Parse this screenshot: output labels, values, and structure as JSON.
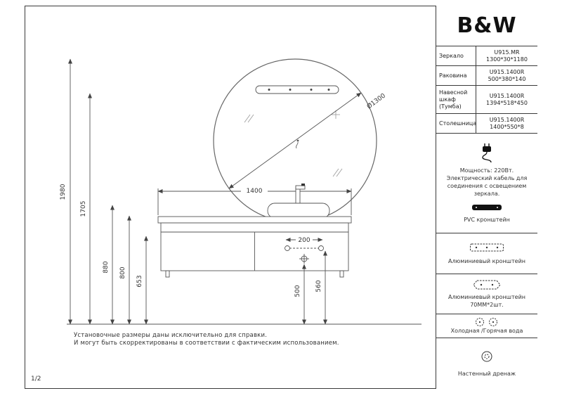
{
  "page": {
    "number": "1/2"
  },
  "brand": {
    "logo_text": "B&W"
  },
  "spec_table": {
    "rows": [
      {
        "label": "Зеркало",
        "code": "U915.MR",
        "size": "1300*30*1180"
      },
      {
        "label": "Раковина",
        "code": "U915.1400R",
        "size": "500*380*140"
      },
      {
        "label": "Навесной шкаф (Тумба)",
        "code": "U915.1400R",
        "size": "1394*518*450"
      },
      {
        "label": "Столешница",
        "code": "U915.1400R",
        "size": "1400*550*8"
      }
    ]
  },
  "legend": {
    "power_line1": "Мощность: 220Вт.",
    "power_line2": "Электрический кабель для",
    "power_line3": "соединения с освещением",
    "power_line4": "зеркала.",
    "pvc_label": "PVC кронштейн",
    "alu_label": "Алюминиевый кронштейн",
    "alu2_label1": "Алюминиевый кронштейн",
    "alu2_label2": "70ММ*2шт.",
    "water_label": "Холодная /Горячая вода",
    "drain_label": "Настенный дренаж"
  },
  "dimensions": {
    "total_height": "1980",
    "mirror_top_height": "1705",
    "counter_height": "880",
    "cabinet_top_height": "800",
    "cabinet_bottom_height": "653",
    "cabinet_width": "1400",
    "drain_spacing": "200",
    "drain_height": "500",
    "water_height": "560",
    "mirror_diameter": "Ø1300"
  },
  "note": {
    "line1": "Установочные размеры даны исключительно для справки.",
    "line2": "И могут быть скорректированы в соответствии с фактическим использованием."
  }
}
